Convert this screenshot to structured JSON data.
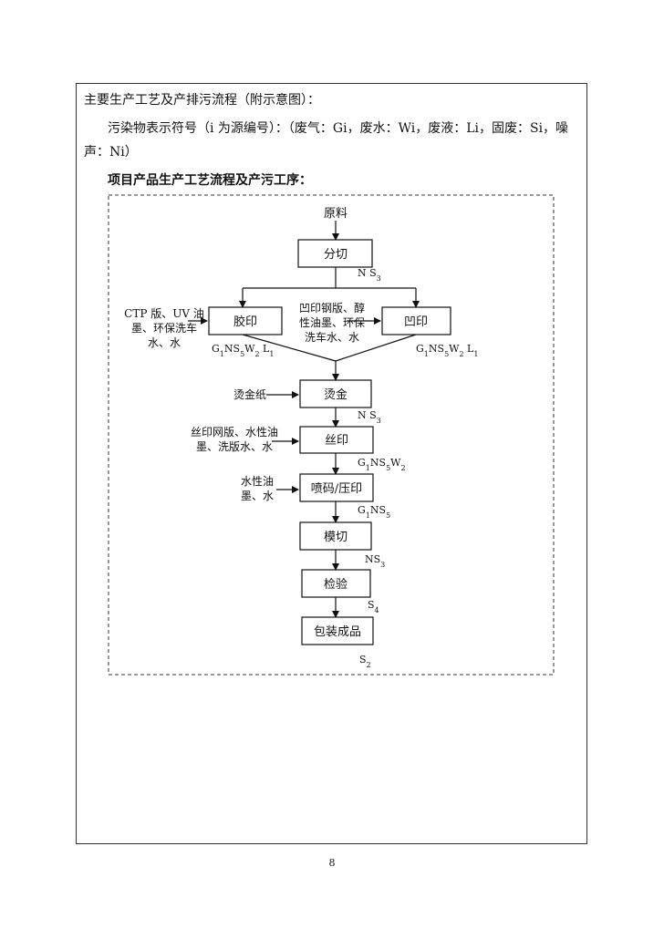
{
  "heading": "主要生产工艺及产排污流程（附示意图）：",
  "legend_line1": "污染物表示符号（i 为源编号）：（废气：Gi，废水：Wi，废液：Li，固废：Si，噪",
  "legend_line2": "声：Ni）",
  "section_title": "项目产品生产工艺流程及产污工序：",
  "flowchart": {
    "start_label": "原料",
    "steps": {
      "cut": "分切",
      "flexo": "胶印",
      "gravure": "凹印",
      "foil": "烫金",
      "screen": "丝印",
      "coding": "喷码/压印",
      "diecut": "模切",
      "inspect": "检验",
      "pack": "包装成品"
    },
    "inputs": {
      "flexo": [
        "CTP 版、UV 油",
        "墨、环保洗车",
        "水、水"
      ],
      "gravure": [
        "凹印钢版、醇",
        "性油墨、环保",
        "洗车水、水"
      ],
      "foil": [
        "烫金纸"
      ],
      "screen": [
        "丝印网版、水性油",
        "墨、洗版水、水"
      ],
      "coding": [
        "水性油",
        "墨、水"
      ]
    },
    "emissions": {
      "cut": "N S3",
      "flexo": "G1NS5W2 L1",
      "gravure": "G1NS5W2 L1",
      "foil": "N S3",
      "screen": "G1NS5W2",
      "coding": "G1NS5",
      "diecut": "NS3",
      "inspect": "S4",
      "pack": "S2"
    }
  },
  "page_number": "8"
}
